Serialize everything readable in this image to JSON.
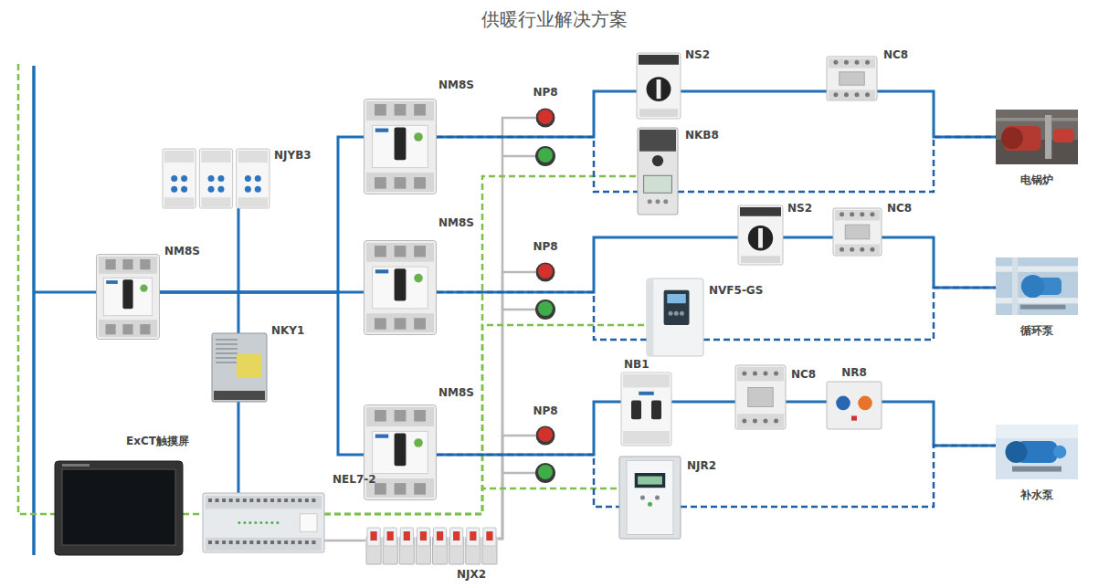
{
  "diagram": {
    "title": "供暖行业解决方案",
    "nodes": [
      {
        "text": [
          "NM8S"
        ]
      },
      {
        "text": [
          "NJYB3"
        ]
      },
      {
        "text": [
          "NKY1"
        ]
      },
      {
        "text": [
          "ExCT触摸屏"
        ]
      },
      {
        "text": [
          "NEL7-2"
        ]
      },
      {
        "text": [
          "NJX2"
        ]
      },
      {
        "text": [
          "NM8S"
        ]
      },
      {
        "text": [
          "NM8S"
        ]
      },
      {
        "text": [
          "NM8S"
        ]
      },
      {
        "text": [
          "NP8"
        ]
      },
      {
        "text": [
          "NP8"
        ]
      },
      {
        "text": [
          "NP8"
        ]
      },
      {
        "text": [
          "NS2"
        ]
      },
      {
        "text": [
          "NKB8"
        ]
      },
      {
        "text": [
          "NC8"
        ]
      },
      {
        "text": [
          "电锅炉"
        ]
      },
      {
        "text": [
          "NS2"
        ]
      },
      {
        "text": [
          "NVF5-GS"
        ]
      },
      {
        "text": [
          "NC8"
        ]
      },
      {
        "text": [
          "循环泵"
        ]
      },
      {
        "text": [
          "NB1"
        ]
      },
      {
        "text": [
          "NJR2"
        ]
      },
      {
        "text": [
          "NC8"
        ]
      },
      {
        "text": [
          "NR8"
        ]
      },
      {
        "text": [
          "补水泵"
        ]
      }
    ],
    "edges": [
      {
        "from": 0,
        "to": 6,
        "arrow": "none"
      },
      {
        "from": 0,
        "to": 7,
        "arrow": "none"
      },
      {
        "from": 0,
        "to": 8,
        "arrow": "none"
      },
      {
        "from": 1,
        "to": 2,
        "arrow": "none"
      },
      {
        "from": 2,
        "to": 4,
        "arrow": "none"
      },
      {
        "from": 3,
        "to": 4,
        "arrow": "none"
      },
      {
        "from": 4,
        "to": 5,
        "arrow": "none"
      },
      {
        "from": 5,
        "to": 9,
        "arrow": "none"
      },
      {
        "from": 5,
        "to": 10,
        "arrow": "none"
      },
      {
        "from": 5,
        "to": 11,
        "arrow": "none"
      },
      {
        "from": 4,
        "to": 13,
        "arrow": "none"
      },
      {
        "from": 4,
        "to": 17,
        "arrow": "none"
      },
      {
        "from": 4,
        "to": 21,
        "arrow": "none"
      },
      {
        "from": 6,
        "to": 12,
        "arrow": "none"
      },
      {
        "from": 6,
        "to": 13,
        "arrow": "none"
      },
      {
        "from": 12,
        "to": 14,
        "arrow": "none"
      },
      {
        "from": 14,
        "to": 15,
        "arrow": "none"
      },
      {
        "from": 13,
        "to": 15,
        "arrow": "none"
      },
      {
        "from": 7,
        "to": 16,
        "arrow": "none"
      },
      {
        "from": 7,
        "to": 17,
        "arrow": "none"
      },
      {
        "from": 16,
        "to": 18,
        "arrow": "none"
      },
      {
        "from": 18,
        "to": 19,
        "arrow": "none"
      },
      {
        "from": 17,
        "to": 19,
        "arrow": "none"
      },
      {
        "from": 8,
        "to": 20,
        "arrow": "none"
      },
      {
        "from": 8,
        "to": 21,
        "arrow": "none"
      },
      {
        "from": 20,
        "to": 22,
        "arrow": "none"
      },
      {
        "from": 22,
        "to": 23,
        "arrow": "none"
      },
      {
        "from": 23,
        "to": 24,
        "arrow": "none"
      },
      {
        "from": 21,
        "to": 24,
        "arrow": "none"
      }
    ]
  }
}
